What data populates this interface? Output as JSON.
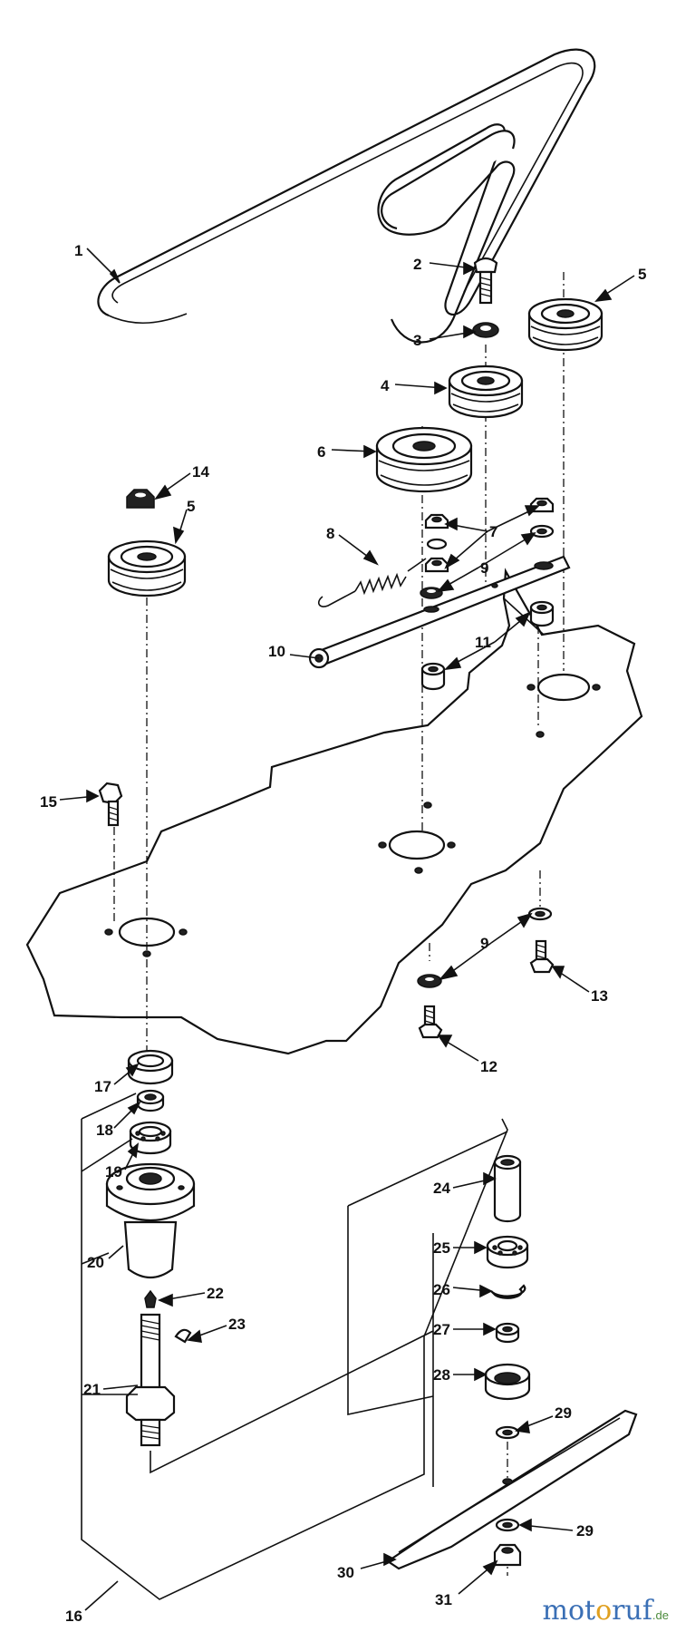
{
  "diagram": {
    "callouts": [
      {
        "id": "c1",
        "text": "1"
      },
      {
        "id": "c2",
        "text": "2"
      },
      {
        "id": "c3",
        "text": "3"
      },
      {
        "id": "c4",
        "text": "4"
      },
      {
        "id": "c5a",
        "text": "5"
      },
      {
        "id": "c6",
        "text": "6"
      },
      {
        "id": "c14",
        "text": "14"
      },
      {
        "id": "c5b",
        "text": "5"
      },
      {
        "id": "c7",
        "text": "7"
      },
      {
        "id": "c8",
        "text": "8"
      },
      {
        "id": "c9a",
        "text": "9"
      },
      {
        "id": "c10",
        "text": "10"
      },
      {
        "id": "c11",
        "text": "11"
      },
      {
        "id": "c15",
        "text": "15"
      },
      {
        "id": "c9b",
        "text": "9"
      },
      {
        "id": "c13",
        "text": "13"
      },
      {
        "id": "c12",
        "text": "12"
      },
      {
        "id": "c17",
        "text": "17"
      },
      {
        "id": "c18",
        "text": "18"
      },
      {
        "id": "c19",
        "text": "19"
      },
      {
        "id": "c20",
        "text": "20"
      },
      {
        "id": "c22",
        "text": "22"
      },
      {
        "id": "c23",
        "text": "23"
      },
      {
        "id": "c21",
        "text": "21"
      },
      {
        "id": "c24",
        "text": "24"
      },
      {
        "id": "c25",
        "text": "25"
      },
      {
        "id": "c26",
        "text": "26"
      },
      {
        "id": "c27",
        "text": "27"
      },
      {
        "id": "c28",
        "text": "28"
      },
      {
        "id": "c29a",
        "text": "29"
      },
      {
        "id": "c29b",
        "text": "29"
      },
      {
        "id": "c30",
        "text": "30"
      },
      {
        "id": "c16",
        "text": "16"
      },
      {
        "id": "c31",
        "text": "31"
      }
    ]
  },
  "watermark": {
    "part1": "mot",
    "part2": "o",
    "part3": "ruf",
    "suffix": ".de"
  }
}
